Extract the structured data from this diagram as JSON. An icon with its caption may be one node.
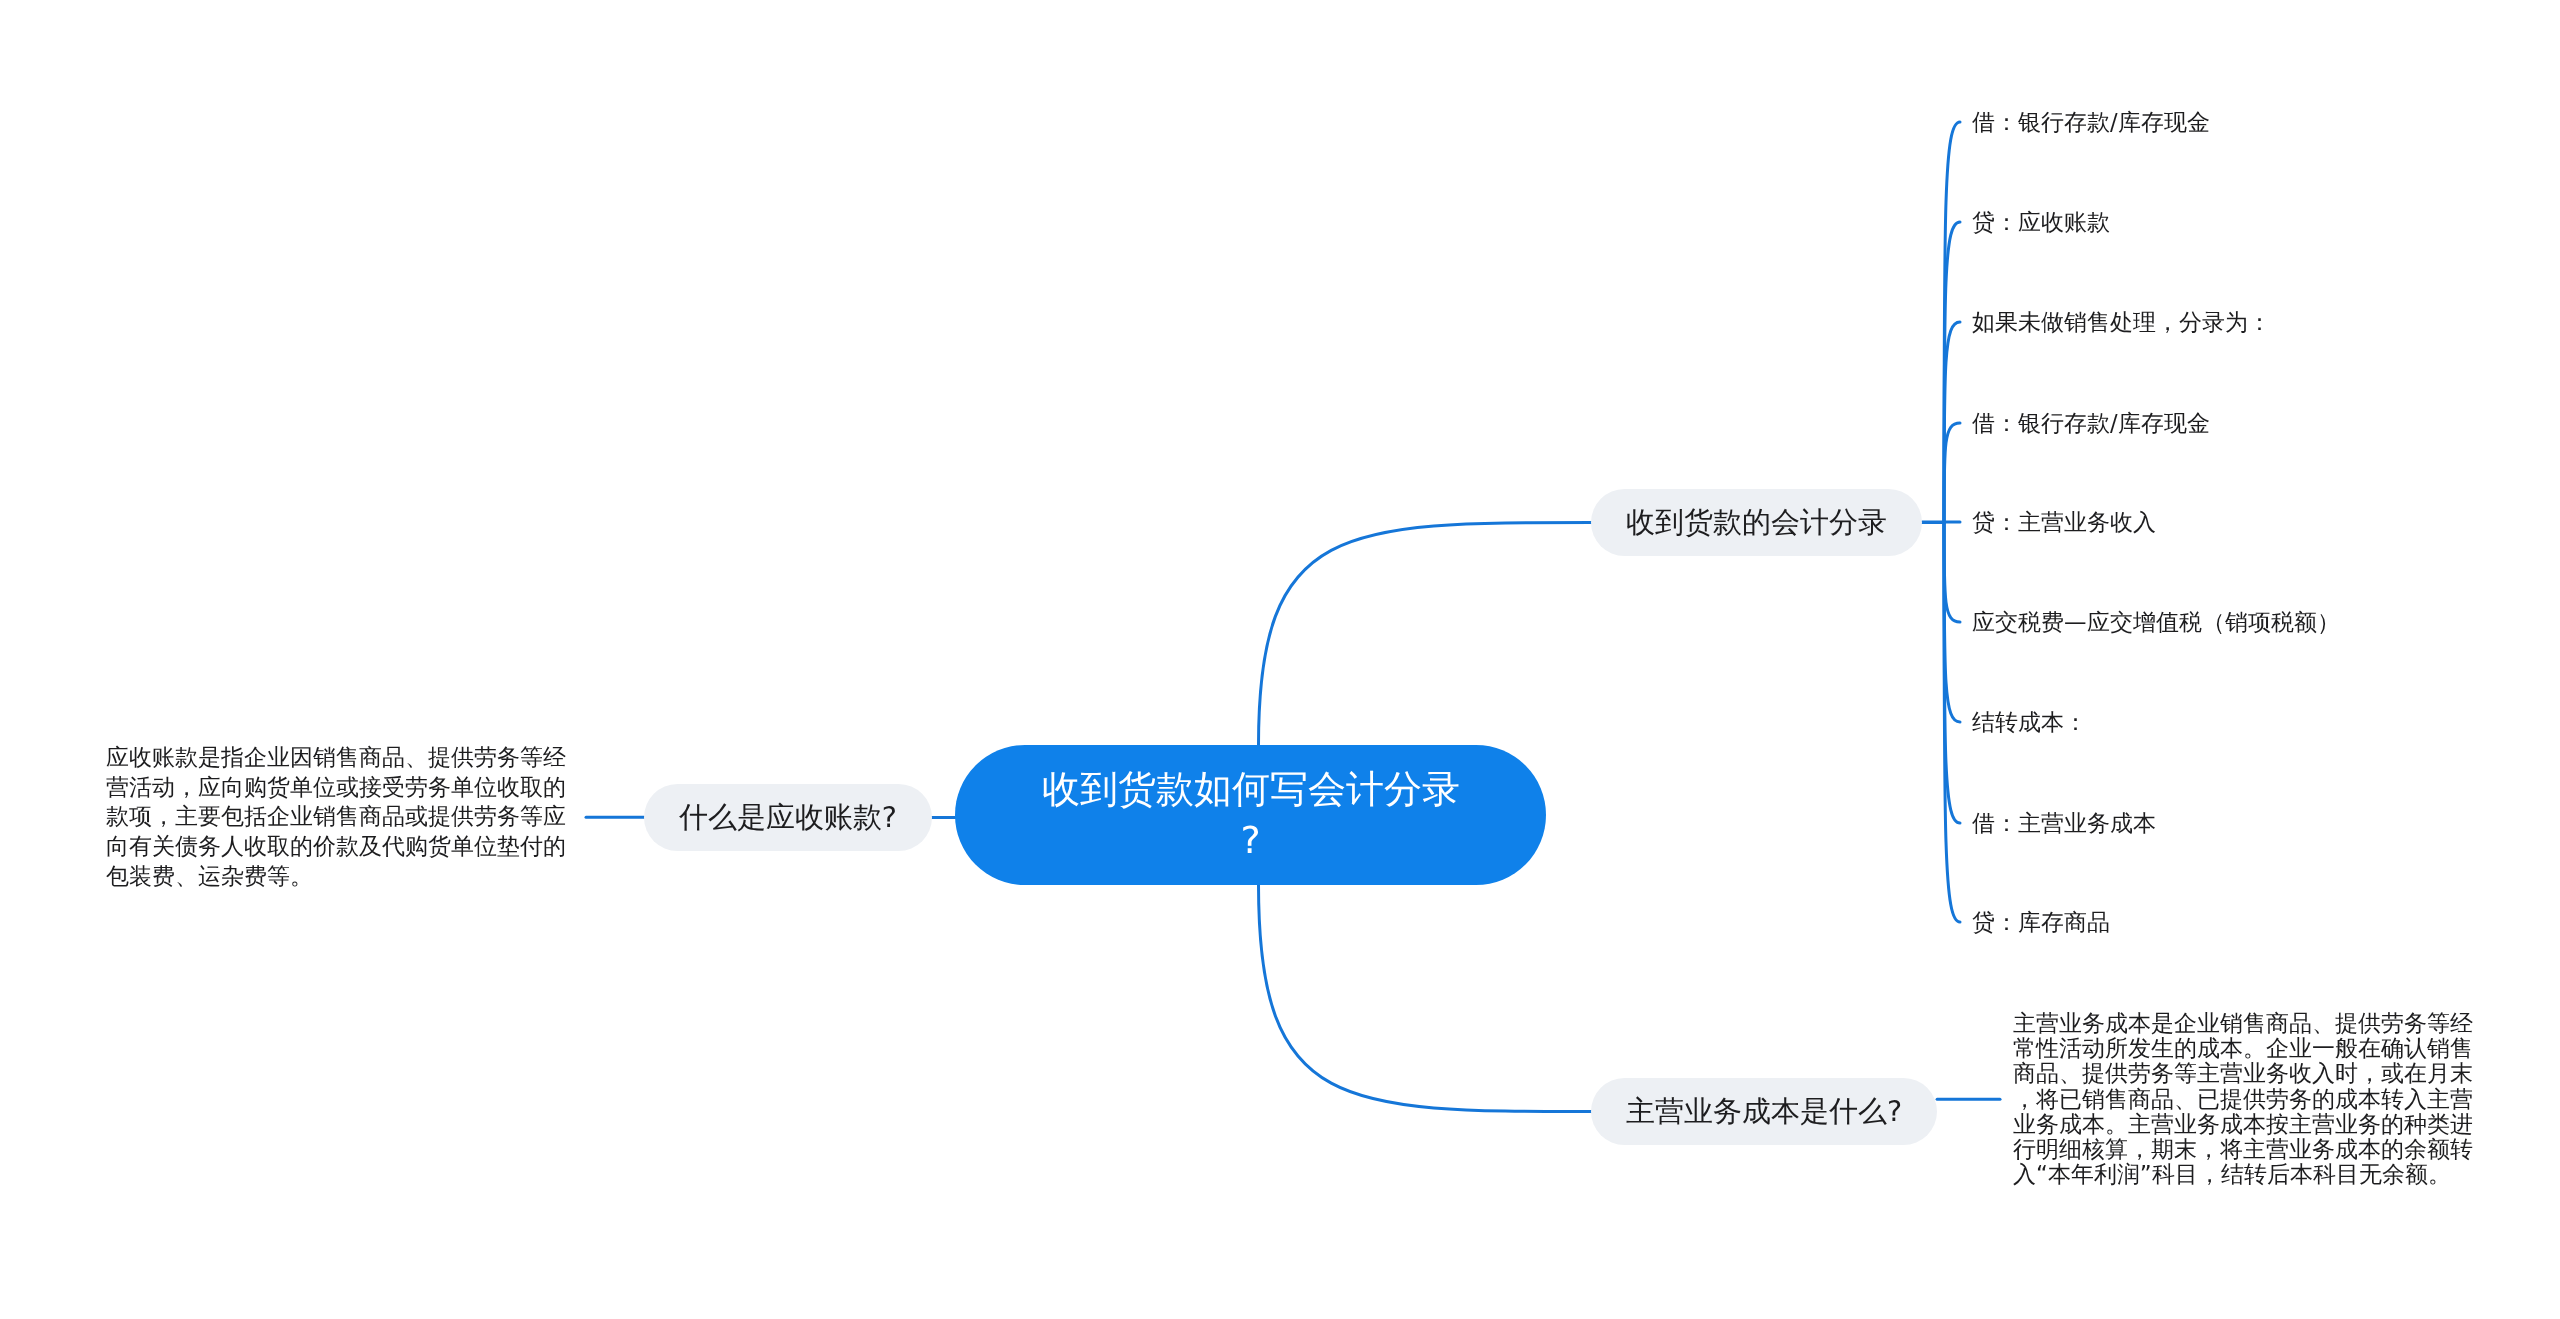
{
  "diagram": {
    "nodes": [
      {
        "text": [
          "收到货款如何写会计分录?"
        ]
      },
      {
        "text": [
          "收到货款的会计分录"
        ]
      },
      {
        "text": [
          "借：银行存款/库存现金"
        ]
      },
      {
        "text": [
          "贷：应收账款"
        ]
      },
      {
        "text": [
          "如果未做销售处理，分录为："
        ]
      },
      {
        "text": [
          "借：银行存款/库存现金"
        ]
      },
      {
        "text": [
          "贷：主营业务收入"
        ]
      },
      {
        "text": [
          "应交税费—应交增值税（销项税额）"
        ]
      },
      {
        "text": [
          "结转成本："
        ]
      },
      {
        "text": [
          "借：主营业务成本"
        ]
      },
      {
        "text": [
          "贷：库存商品"
        ]
      },
      {
        "text": [
          "主营业务成本是什么?"
        ]
      },
      {
        "text": [
          "主营业务成本是企业销售商品、提供劳务等经常性活动所发生的成本。企业一般在确认销售商品、提供劳务等主营业务收入时，或在月末，将已销售商品、已提供劳务的成本转入主营业务成本。主营业务成本按主营业务的种类进行明细核算，期末，将主营业务成本的余额转入“本年利润”科目，结转后本科目无余额。"
        ]
      },
      {
        "text": [
          "什么是应收账款?"
        ]
      },
      {
        "text": [
          "应收账款是指企业因销售商品、提供劳务等经营活动，应向购货单位或接受劳务单位收取的款项，主要包括企业销售商品或提供劳务等应向有关债务人收取的价款及代购货单位垫付的包装费、运杂费等。"
        ]
      }
    ],
    "edges": [
      {
        "from": 0,
        "to": 1,
        "arrow": "none"
      },
      {
        "from": 1,
        "to": 2,
        "arrow": "none"
      },
      {
        "from": 1,
        "to": 3,
        "arrow": "none"
      },
      {
        "from": 1,
        "to": 4,
        "arrow": "none"
      },
      {
        "from": 1,
        "to": 5,
        "arrow": "none"
      },
      {
        "from": 1,
        "to": 6,
        "arrow": "none"
      },
      {
        "from": 1,
        "to": 7,
        "arrow": "none"
      },
      {
        "from": 1,
        "to": 8,
        "arrow": "none"
      },
      {
        "from": 1,
        "to": 9,
        "arrow": "none"
      },
      {
        "from": 1,
        "to": 10,
        "arrow": "none"
      },
      {
        "from": 0,
        "to": 11,
        "arrow": "none"
      },
      {
        "from": 11,
        "to": 12,
        "arrow": "none"
      },
      {
        "from": 0,
        "to": 13,
        "arrow": "none"
      },
      {
        "from": 13,
        "to": 14,
        "arrow": "none"
      }
    ]
  }
}
